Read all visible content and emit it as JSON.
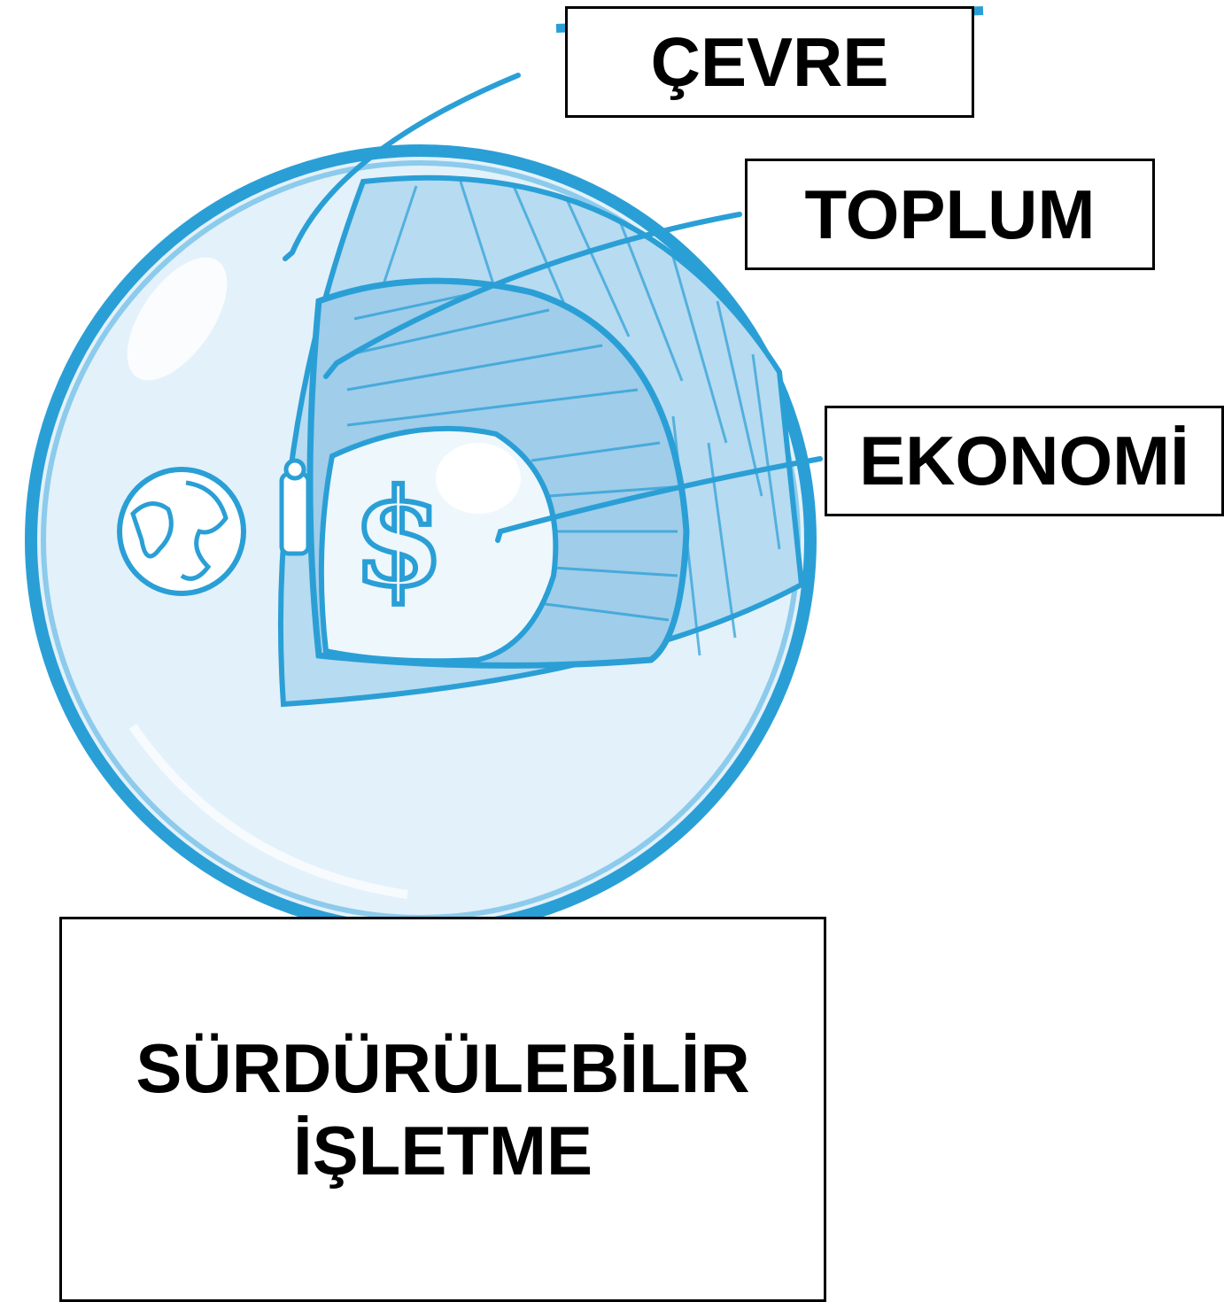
{
  "labels": {
    "environment": "ÇEVRE",
    "society": "TOPLUM",
    "economy": "EKONOMİ"
  },
  "title": {
    "line1": "SÜRDÜRÜLEBİLİR",
    "line2": "İŞLETME"
  },
  "colors": {
    "outline": "#2a9fd6",
    "sphere_fill": "#e3f1fa",
    "layer_fill": "#a9d3ee",
    "core_fill": "#eef7fc",
    "label_border": "#000000"
  },
  "icons": {
    "globe": "globe-icon",
    "dollar": "dollar-icon"
  }
}
